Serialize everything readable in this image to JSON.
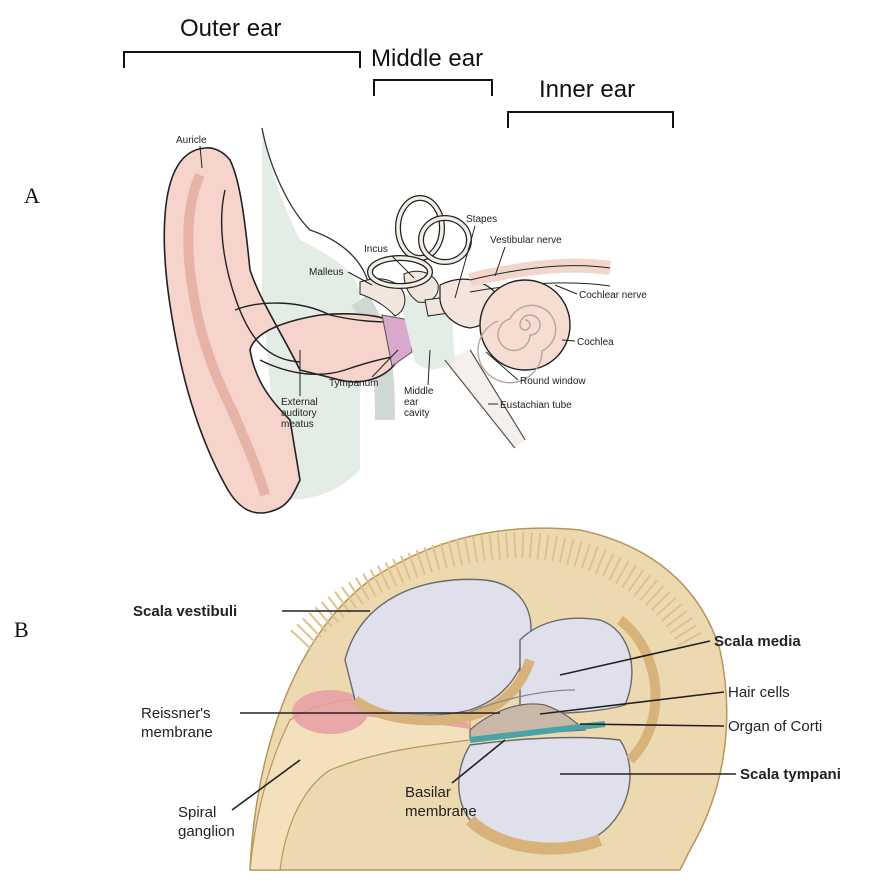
{
  "brackets": {
    "outer": "Outer ear",
    "middle": "Middle ear",
    "inner": "Inner ear"
  },
  "panel_a": {
    "letter": "A",
    "labels": {
      "auricle": "Auricle",
      "stapes": "Stapes",
      "incus": "Incus",
      "vestibular_nerve": "Vestibular nerve",
      "malleus": "Malleus",
      "cochlear_nerve": "Cochlear nerve",
      "cochlea": "Cochlea",
      "tympanum": "Tympanum",
      "middle_ear_cavity": [
        "Middle",
        "ear",
        "cavity"
      ],
      "round_window": "Round window",
      "external_auditory_meatus": [
        "External",
        "auditory",
        "meatus"
      ],
      "eustachian_tube": "Eustachian tube"
    }
  },
  "panel_b": {
    "letter": "B",
    "labels": {
      "scala_vestibuli": "Scala vestibuli",
      "scala_media": "Scala media",
      "hair_cells": "Hair cells",
      "reissners_membrane": [
        "Reissner's",
        "membrane"
      ],
      "organ_of_corti": "Organ of Corti",
      "scala_tympani": "Scala tympani",
      "spiral_ganglion": [
        "Spiral",
        "ganglion"
      ],
      "basilar_membrane": [
        "Basilar",
        "membrane"
      ]
    }
  },
  "colors": {
    "skin": "#f6d0c8",
    "skin_dark": "#eab0a4",
    "bone": "#e8cf9a",
    "bone_dark": "#c9a25e",
    "fluid": "#dfe0ec",
    "basilar": "#4aa3a8",
    "ganglion": "#e79aa3",
    "shadow": "#dfe8e2"
  }
}
